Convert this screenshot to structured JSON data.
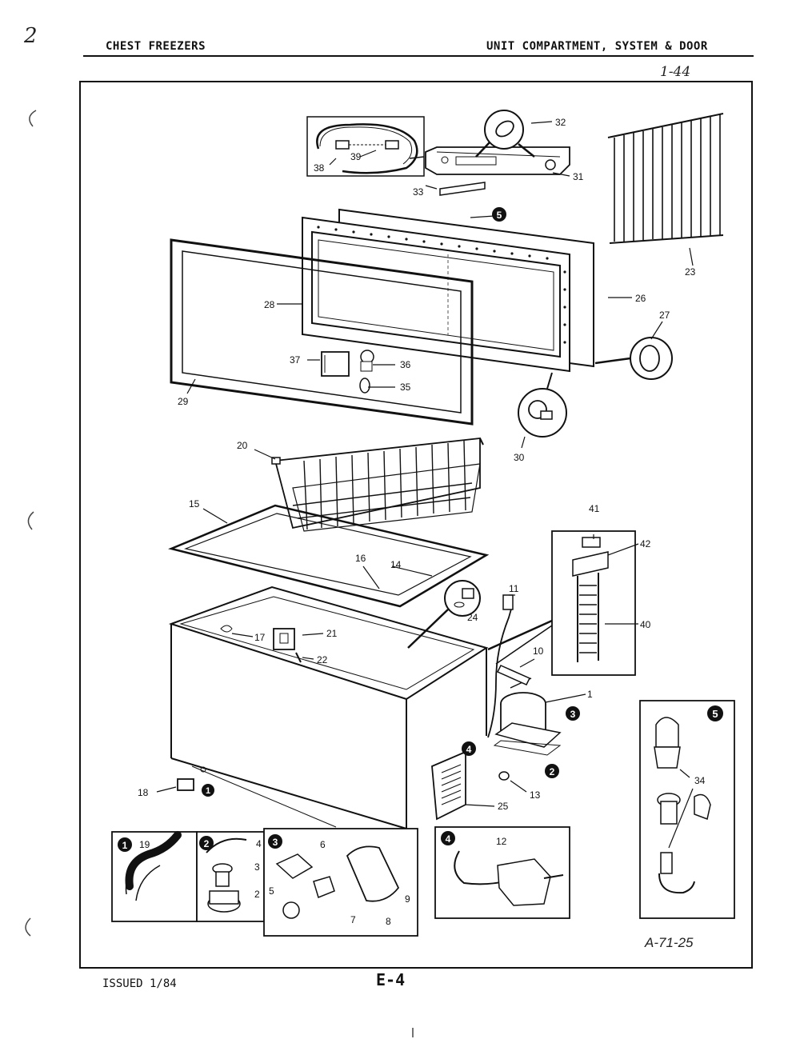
{
  "header": {
    "left_title": "CHEST FREEZERS",
    "right_title": "UNIT COMPARTMENT, SYSTEM & DOOR",
    "page_mark": "2",
    "handwritten_ref": "1-44"
  },
  "footer": {
    "issued": "ISSUED 1/84",
    "page_code": "E-4",
    "diagram_code": "A-71-25"
  },
  "callouts": {
    "c1": "1",
    "c2": "2",
    "c3": "3",
    "c4": "4",
    "c5": "5",
    "c6": "6",
    "c7": "7",
    "c8": "8",
    "c9": "9",
    "c10": "10",
    "c11": "11",
    "c12": "12",
    "c13": "13",
    "c14": "14",
    "c15": "15",
    "c16": "16",
    "c17": "17",
    "c18": "18",
    "c19": "19",
    "c20": "20",
    "c21": "21",
    "c22": "22",
    "c23": "23",
    "c24": "24",
    "c25": "25",
    "c26": "26",
    "c27": "27",
    "c28": "28",
    "c29": "29",
    "c30": "30",
    "c31": "31",
    "c32": "32",
    "c33": "33",
    "c34": "34",
    "c35": "35",
    "c36": "36",
    "c37": "37",
    "c38": "38",
    "c39": "39",
    "c40": "40",
    "c41": "41",
    "c42": "42"
  },
  "detail_markers": {
    "m1": "1",
    "m2": "2",
    "m3": "3",
    "m4": "4",
    "m5": "5"
  }
}
